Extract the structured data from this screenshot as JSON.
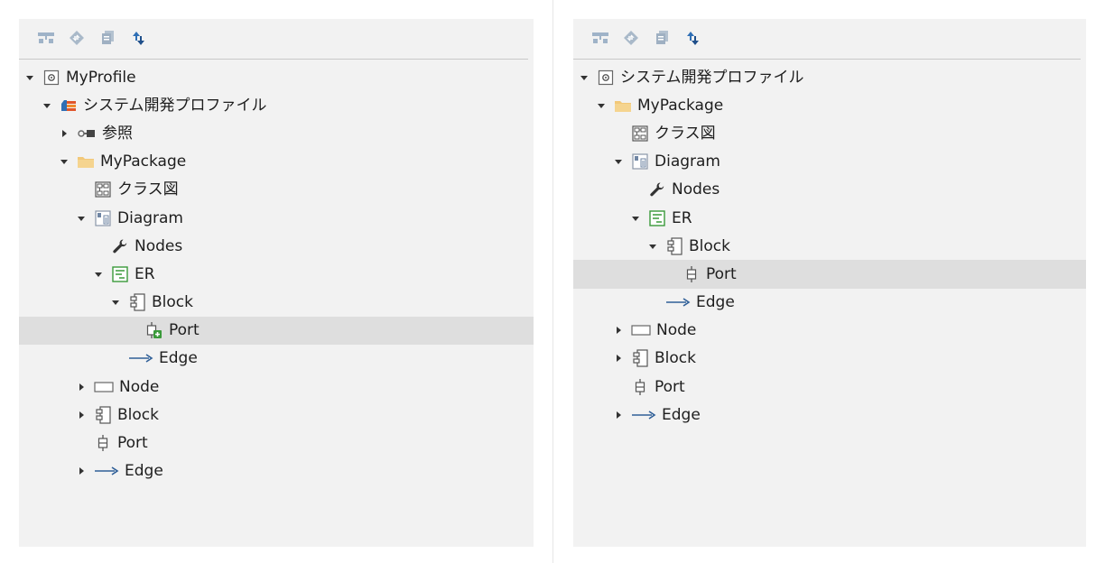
{
  "left": {
    "tree": [
      {
        "label": "MyProfile",
        "icon": "profile-icon",
        "level": 0,
        "toggle": "expanded",
        "key": "myprofile"
      },
      {
        "label": "システム開発プロファイル",
        "icon": "profile-package-icon",
        "level": 1,
        "toggle": "expanded",
        "key": "system-dev-profile"
      },
      {
        "label": "参照",
        "icon": "reference-icon",
        "level": 2,
        "toggle": "collapsed",
        "key": "reference"
      },
      {
        "label": "MyPackage",
        "icon": "folder-icon",
        "level": 2,
        "toggle": "expanded",
        "key": "mypackage"
      },
      {
        "label": "クラス図",
        "icon": "class-diagram-icon",
        "level": 3,
        "toggle": "none",
        "key": "class-diagram"
      },
      {
        "label": "Diagram",
        "icon": "diagram-icon",
        "level": 3,
        "toggle": "expanded",
        "key": "diagram"
      },
      {
        "label": "Nodes",
        "icon": "wrench-icon",
        "level": 4,
        "toggle": "none",
        "key": "nodes"
      },
      {
        "label": "ER",
        "icon": "er-icon",
        "level": 4,
        "toggle": "expanded",
        "key": "er"
      },
      {
        "label": "Block",
        "icon": "block-icon",
        "level": 5,
        "toggle": "expanded",
        "key": "block"
      },
      {
        "label": "Port",
        "icon": "port-add-icon",
        "level": 6,
        "toggle": "none",
        "key": "port",
        "selected": true
      },
      {
        "label": "Edge",
        "icon": "edge-arrow-icon",
        "level": 5,
        "toggle": "none",
        "key": "edge"
      },
      {
        "label": "Node",
        "icon": "node-rect-icon",
        "level": 3,
        "toggle": "collapsed",
        "key": "node"
      },
      {
        "label": "Block",
        "icon": "block-icon",
        "level": 3,
        "toggle": "collapsed",
        "key": "block-2"
      },
      {
        "label": "Port",
        "icon": "port-icon",
        "level": 3,
        "toggle": "none",
        "key": "port-2"
      },
      {
        "label": "Edge",
        "icon": "edge-arrow-icon",
        "level": 3,
        "toggle": "collapsed",
        "key": "edge-2"
      }
    ]
  },
  "right": {
    "tree": [
      {
        "label": "システム開発プロファイル",
        "icon": "profile-icon",
        "level": 0,
        "toggle": "expanded",
        "key": "system-dev-profile"
      },
      {
        "label": "MyPackage",
        "icon": "folder-icon",
        "level": 1,
        "toggle": "expanded",
        "key": "mypackage"
      },
      {
        "label": "クラス図",
        "icon": "class-diagram-icon",
        "level": 2,
        "toggle": "none",
        "key": "class-diagram"
      },
      {
        "label": "Diagram",
        "icon": "diagram-icon",
        "level": 2,
        "toggle": "expanded",
        "key": "diagram"
      },
      {
        "label": "Nodes",
        "icon": "wrench-icon",
        "level": 3,
        "toggle": "none",
        "key": "nodes"
      },
      {
        "label": "ER",
        "icon": "er-icon",
        "level": 3,
        "toggle": "expanded",
        "key": "er"
      },
      {
        "label": "Block",
        "icon": "block-icon",
        "level": 4,
        "toggle": "expanded",
        "key": "block"
      },
      {
        "label": "Port",
        "icon": "port-icon",
        "level": 5,
        "toggle": "none",
        "key": "port",
        "selected": true
      },
      {
        "label": "Edge",
        "icon": "edge-arrow-icon",
        "level": 4,
        "toggle": "none",
        "key": "edge"
      },
      {
        "label": "Node",
        "icon": "node-rect-icon",
        "level": 2,
        "toggle": "collapsed",
        "key": "node"
      },
      {
        "label": "Block",
        "icon": "block-icon",
        "level": 2,
        "toggle": "collapsed",
        "key": "block-2"
      },
      {
        "label": "Port",
        "icon": "port-icon",
        "level": 2,
        "toggle": "none",
        "key": "port-2"
      },
      {
        "label": "Edge",
        "icon": "edge-arrow-icon",
        "level": 2,
        "toggle": "collapsed",
        "key": "edge-2"
      }
    ]
  },
  "toolbar": [
    "hierarchy-icon",
    "diamond-icon",
    "stack-icon",
    "sync-arrows-icon"
  ],
  "colors": {
    "panel": "#f2f2f2",
    "selected": "#dedede",
    "folder": "#f2c879",
    "accent_blue": "#2f6fb5",
    "accent_green": "#3a9a3a"
  }
}
